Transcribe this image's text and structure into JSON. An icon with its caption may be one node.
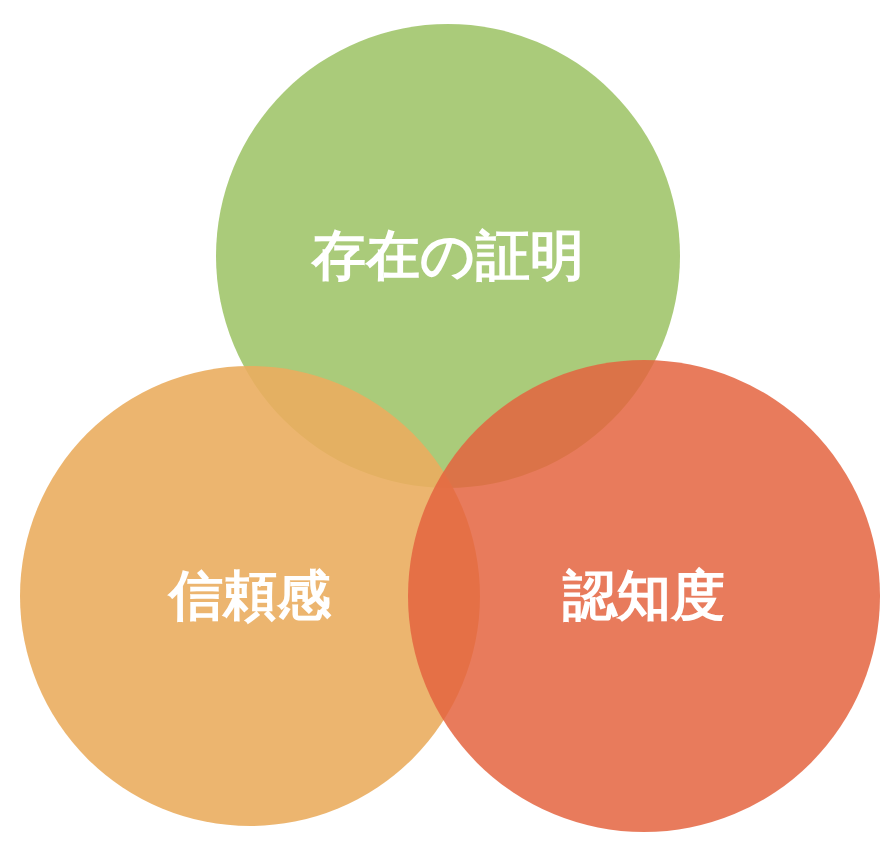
{
  "diagram": {
    "nodes": [
      {
        "text": [
          "存在の証明"
        ]
      },
      {
        "text": [
          "信頼感"
        ]
      },
      {
        "text": [
          "認知度"
        ]
      }
    ]
  }
}
